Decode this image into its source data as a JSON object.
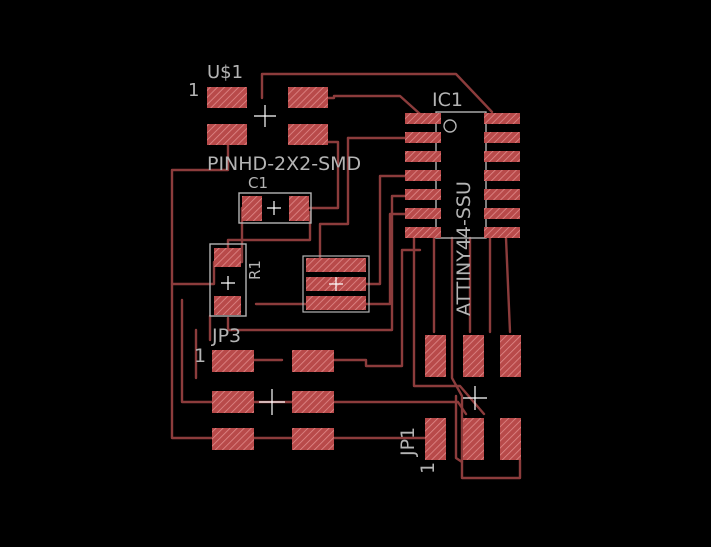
{
  "colors": {
    "background": "#000000",
    "trace": "#8c3c3c",
    "pad_fill": "#b84a4a",
    "pad_hatch": "#e08a8a",
    "silkscreen": "#b4b4b4"
  },
  "labels": {
    "u1_name": "U$1",
    "u1_value": "PINHD-2X2-SMD",
    "u1_pin1": "1",
    "ic1_name": "IC1",
    "ic1_value": "ATTINY44-SSU",
    "c1_name": "C1",
    "r1_name": "R1",
    "jp3_name": "JP3",
    "jp3_pin1": "1",
    "jp1_name": "JP1",
    "jp1_pin1": "1"
  }
}
